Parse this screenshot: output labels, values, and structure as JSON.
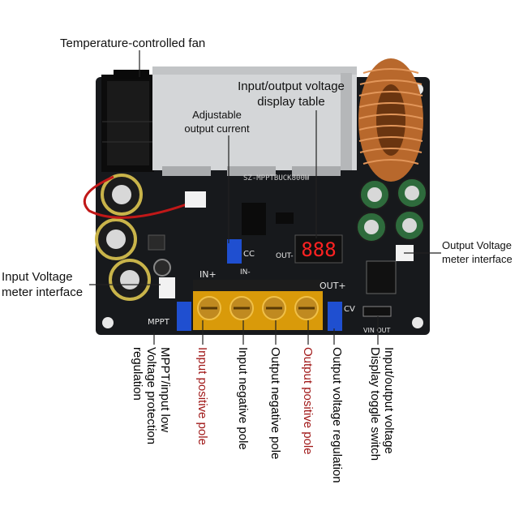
{
  "labels": {
    "fan": "Temperature-controlled fan",
    "display_table": [
      "Input/output voltage",
      "display table"
    ],
    "adjustable_current": [
      "Adjustable",
      "output current"
    ],
    "output_meter": [
      "Output Voltage",
      "meter interface"
    ],
    "input_meter": [
      "Input Voltage",
      "meter interface"
    ]
  },
  "bottom_labels": [
    {
      "lines": [
        "MPPT/input low",
        "Voltage protection",
        "regulation"
      ],
      "color": "#111111"
    },
    {
      "lines": [
        "Input positive pole"
      ],
      "color": "#a01818"
    },
    {
      "lines": [
        "Input negative pole"
      ],
      "color": "#111111"
    },
    {
      "lines": [
        "Output negative pole"
      ],
      "color": "#111111"
    },
    {
      "lines": [
        "Output positive pole"
      ],
      "color": "#a01818"
    },
    {
      "lines": [
        "Output voltage regulation"
      ],
      "color": "#111111"
    },
    {
      "lines": [
        "Input/output voltage",
        "Display toggle switch"
      ],
      "color": "#111111"
    }
  ],
  "board": {
    "model_text": "SZ-MPPTBUCK800W",
    "display_digits": "888",
    "silk_in": "IN+",
    "silk_in_minus": "IN-",
    "silk_out_minus": "OUT-",
    "silk_out": "OUT+",
    "silk_cc": "CC",
    "silk_cv": "CV",
    "silk_mppt": "MPPT",
    "silk_vin_out": "VIN  OUT"
  },
  "colors": {
    "pcb": "#17191c",
    "heatsink": "#d4d6d8",
    "copper": "#b8682c",
    "terminal": "#d99a0a",
    "pot": "#1f4fd0",
    "display": "#ff2222",
    "red_label": "#a01818"
  }
}
